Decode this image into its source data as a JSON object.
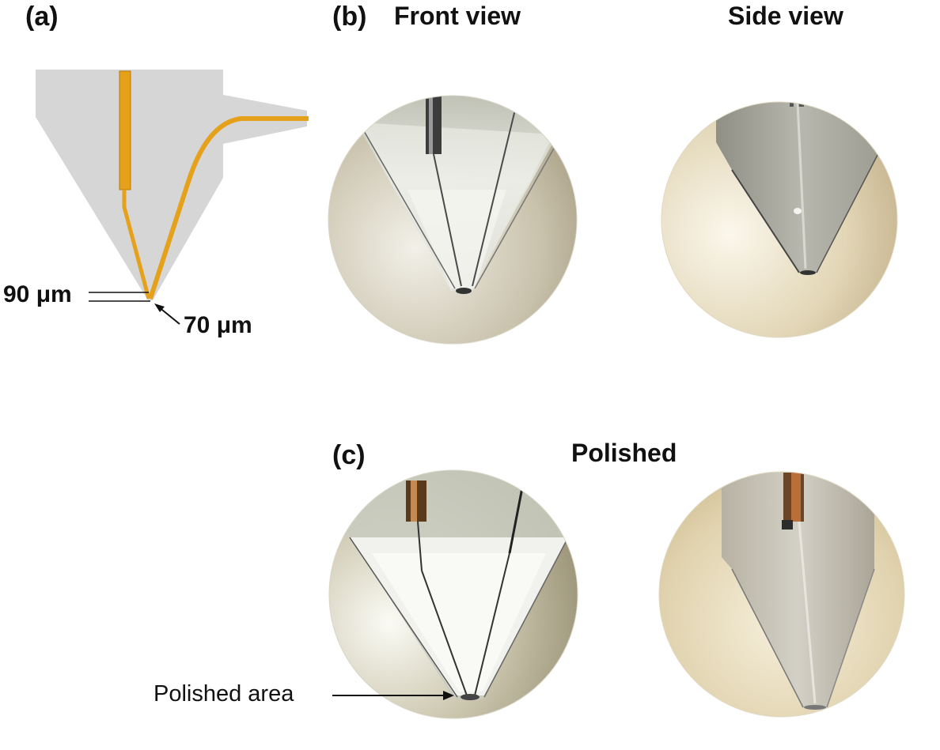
{
  "panel_a": {
    "letter": "(a)",
    "dim_upper": "90 μm",
    "dim_lower": "70 μm",
    "colors": {
      "body": "#d6d6d6",
      "fiber": "#e6a11a",
      "fiber_edge": "#b87a05"
    }
  },
  "panel_b": {
    "letter": "(b)",
    "front_title": "Front view",
    "side_title": "Side view"
  },
  "panel_c": {
    "letter": "(c)",
    "title": "Polished",
    "annotation": "Polished area"
  }
}
